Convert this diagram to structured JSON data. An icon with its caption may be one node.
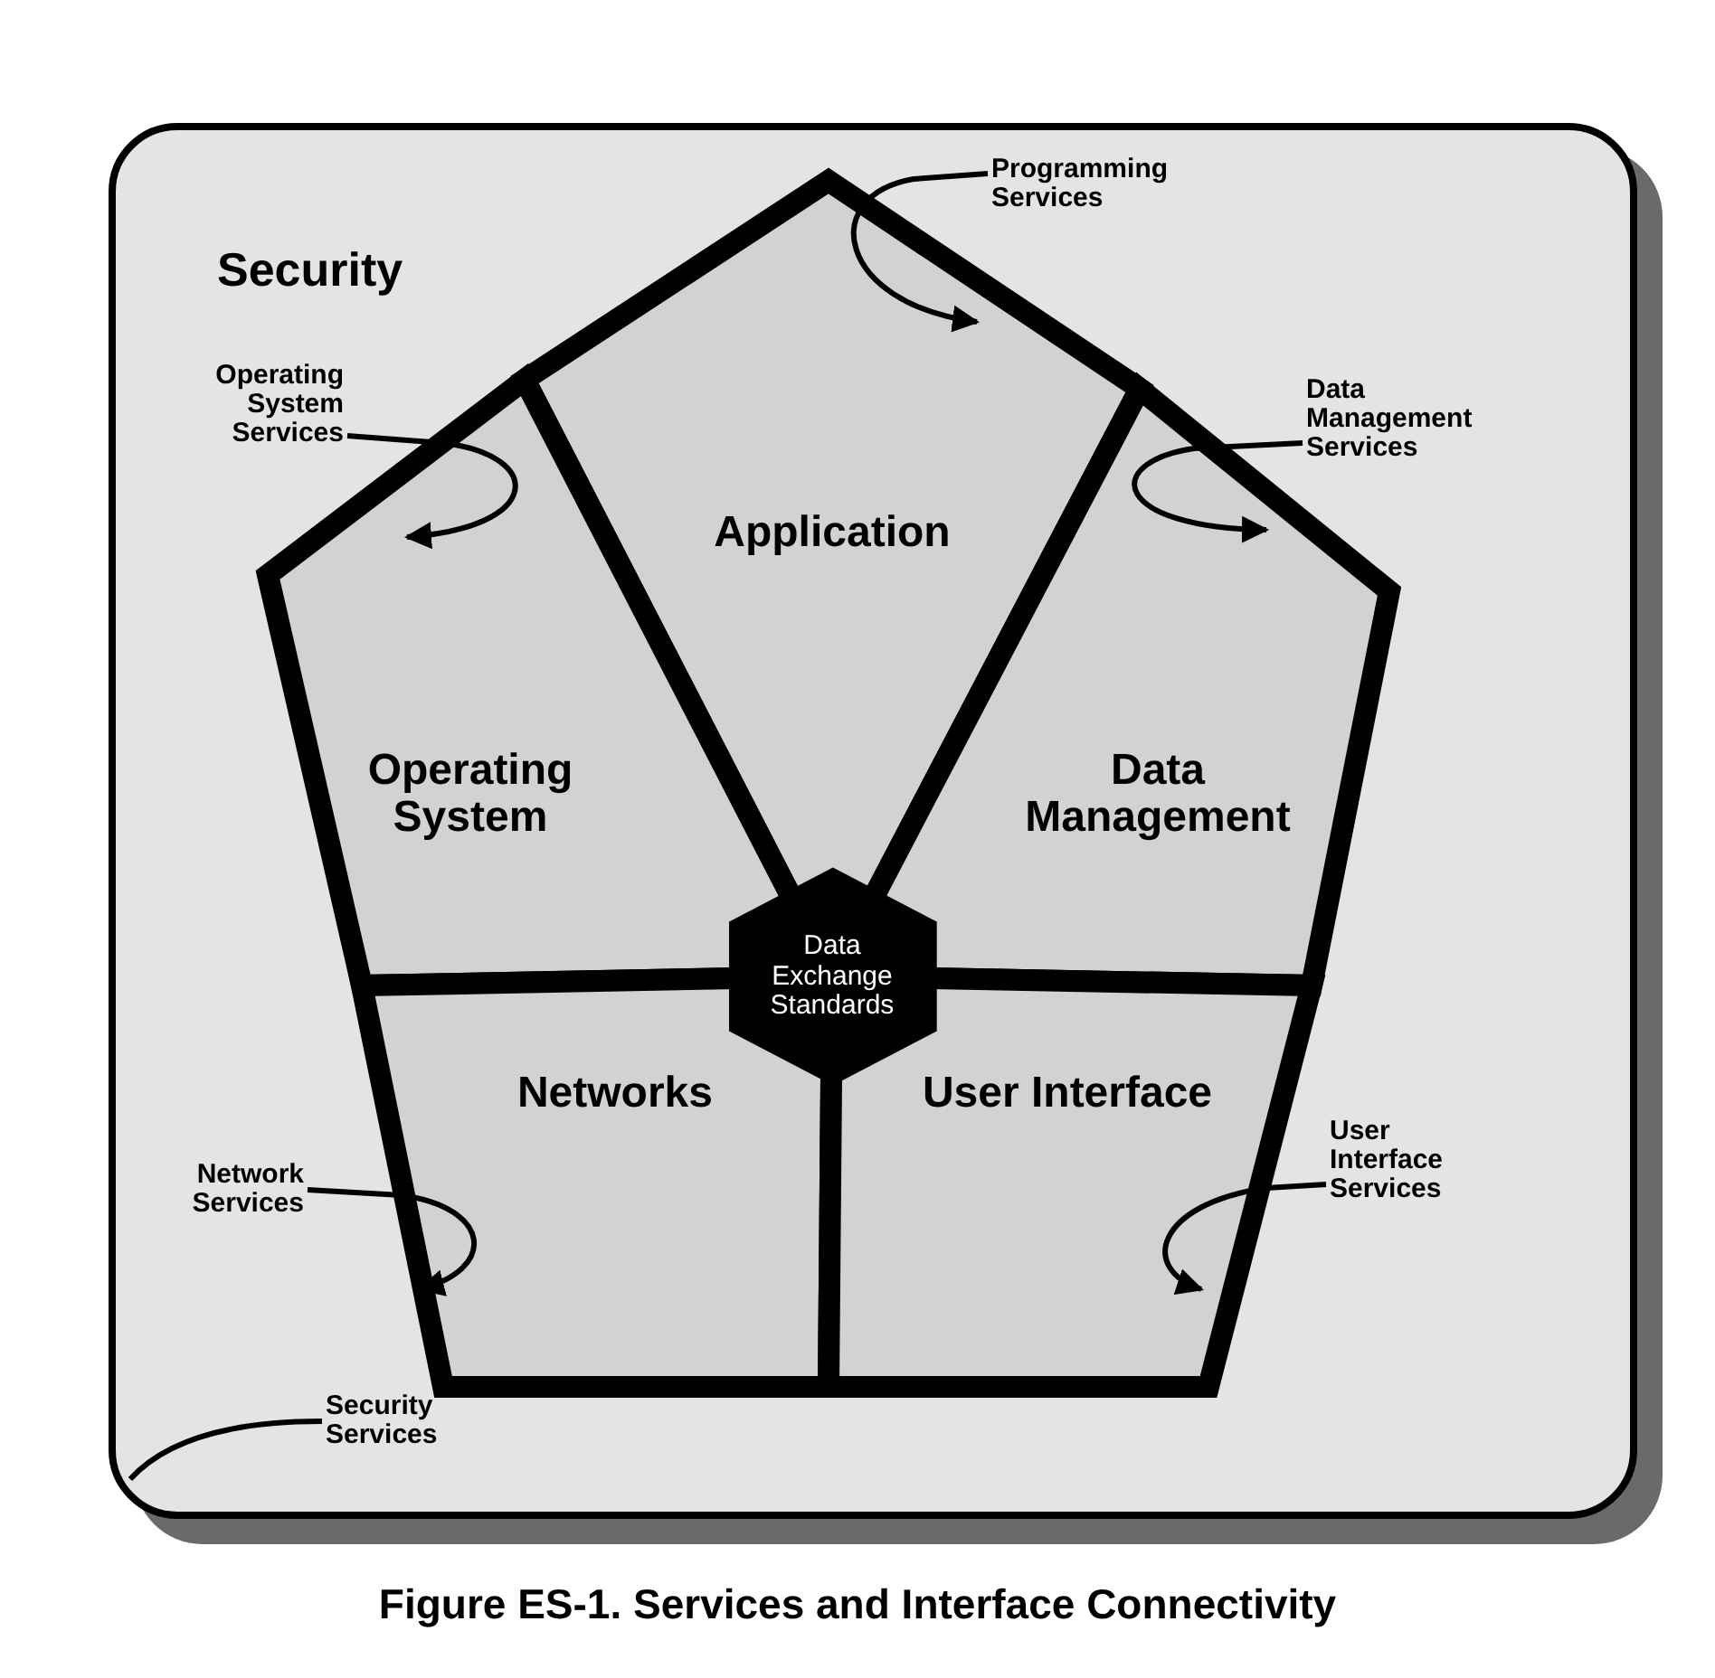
{
  "diagram": {
    "caption": "Figure ES-1. Services and Interface Connectivity",
    "nodes": [
      {
        "text": [
          "Security"
        ]
      },
      {
        "text": [
          "Application"
        ],
        "in": 0
      },
      {
        "text": [
          "Operating System"
        ],
        "in": 0
      },
      {
        "text": [
          "Data Management"
        ],
        "in": 0
      },
      {
        "text": [
          "Networks"
        ],
        "in": 0
      },
      {
        "text": [
          "User Interface"
        ],
        "in": 0
      },
      {
        "text": [
          "Data Exchange Standards"
        ],
        "in": 0
      },
      {
        "text": [
          "Programming Services"
        ],
        "in": 0
      },
      {
        "text": [
          "Operating System Services"
        ],
        "in": 0
      },
      {
        "text": [
          "Data Management Services"
        ],
        "in": 0
      },
      {
        "text": [
          "Network Services"
        ],
        "in": 0
      },
      {
        "text": [
          "User Interface Services"
        ],
        "in": 0
      },
      {
        "text": [
          "Security Services"
        ],
        "in": 0
      }
    ],
    "edges": [
      {
        "from": 7,
        "to": 1,
        "arrow": "to"
      },
      {
        "from": 8,
        "to": 2,
        "arrow": "to"
      },
      {
        "from": 9,
        "to": 3,
        "arrow": "to"
      },
      {
        "from": 10,
        "to": 4,
        "arrow": "to"
      },
      {
        "from": 11,
        "to": 5,
        "arrow": "to"
      },
      {
        "from": 12,
        "to": 0,
        "arrow": "none"
      }
    ]
  }
}
